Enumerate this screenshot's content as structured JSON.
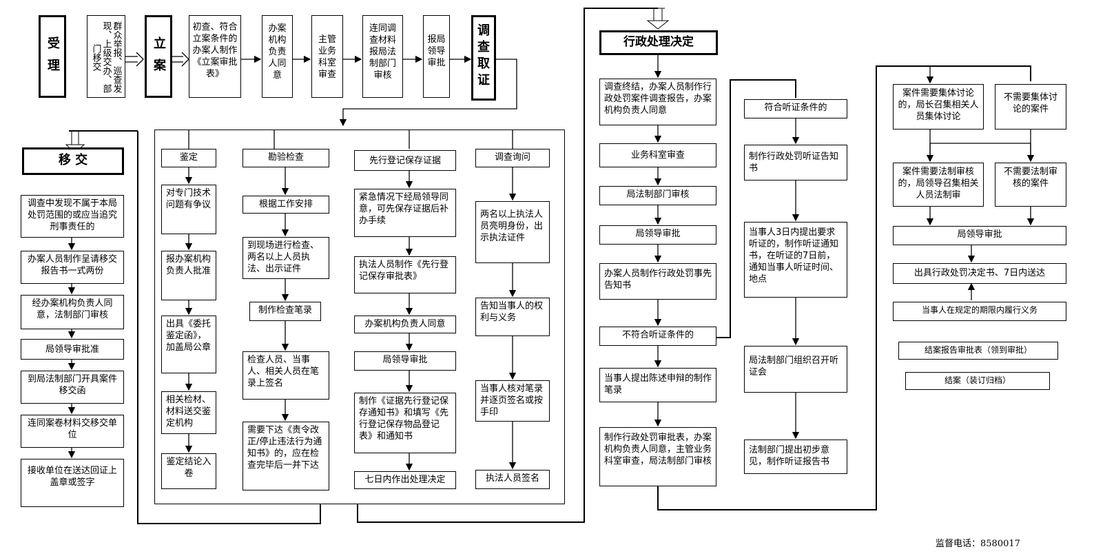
{
  "nodes": {
    "accept": "受理",
    "sources": "群众举报、巡查发现、上级交办、部门移交",
    "file_case": "立案",
    "prelim_review": "初查、符合立案条件的办案人制作《立案审批表》",
    "unit_head_agree": "办案机构负责人同意",
    "dept_review": "主管业务科室审查",
    "legal_review": "连同调查材料报局法制部门审核",
    "leader_approve": "报局领导审批",
    "investigate": "调查取证",
    "transfer_title": "移 交",
    "transfer_steps": [
      "调查中发现不属于本局处罚范围的或应当追究刑事责任的",
      "办案人员制作呈请移交报告书一式两份",
      "经办案机构负责人同意，法制部门审核",
      "局领导审批准",
      "到局法制部门开具案件移交函",
      "连同案卷材料交移交单位",
      "接收单位在送达回证上盖章或签字"
    ],
    "col1": [
      "鉴定",
      "对专门技术问题有争议",
      "报办案机构负责人批准",
      "出具《委托鉴定函》，加盖局公章",
      "相关检材、材料送交鉴定机构",
      "鉴定结论入卷"
    ],
    "col2": [
      "勘验检查",
      "根据工作安排",
      "到现场进行检查、两名以上人员执法、出示证件",
      "制作检查笔录",
      "检查人员、当事人、相关人员在笔录上签名",
      "需要下达《责令改正/停止违法行为通知书》的，应在检查完毕后一并下达"
    ],
    "col3": [
      "先行登记保存证据",
      "紧急情况下经局领导同意，可先保存证据后补办手续",
      "执法人员制作《先行登记保存审批表》",
      "办案机构负责人同意",
      "局领导审批",
      "制作《证据先行登记保存通知书》和填写《先行登记保存物品登记表》和通知书",
      "七日内作出处理决定"
    ],
    "col4": [
      "调查询问",
      "两名以上执法人员亮明身份，出示执法证件",
      "告知当事人的权利与义务",
      "当事人核对笔录并逐页签名或按手印",
      "执法人员签名"
    ],
    "decision_title": "行政处理决定",
    "decision_steps": [
      "调查终结，办案人员制作行政处罚案件调查报告，办案机构负责人同意",
      "业务科室审查",
      "局法制部门审核",
      "局领导审批",
      "办案人员制作行政处罚事先告知书",
      "不符合听证条件的",
      "当事人提出陈述申辩的制作笔录",
      "制作行政处罚审批表，办案机构负责人同意，主管业务科室审查，局法制部门审核"
    ],
    "hearing": [
      "符合听证条件的",
      "制作行政处罚听证告知书",
      "当事人3日内提出要求听证的，制作听证通知书，在听证的7日前，通知当事人听证时间、地点",
      "局法制部门组织召开听证会",
      "法制部门提出初步意见，制作听证报告书"
    ],
    "final": {
      "collective": "案件需要集体讨论的，局长召集相关人员集体讨论",
      "no_collective": "不需要集体讨论的案件",
      "legal_needed": "案件需要法制审核的，局领导召集相关人员法制审",
      "no_legal": "不需要法制审核的案件",
      "leader": "局领导审批",
      "issue": "出具行政处罚决定书、7日内送达",
      "fulfil": "当事人在规定的期限内履行义务",
      "report": "结案报告审批表（领到审批）",
      "close": "结案（装订归档）"
    }
  },
  "supervision_phone": "监督电话：8580017"
}
